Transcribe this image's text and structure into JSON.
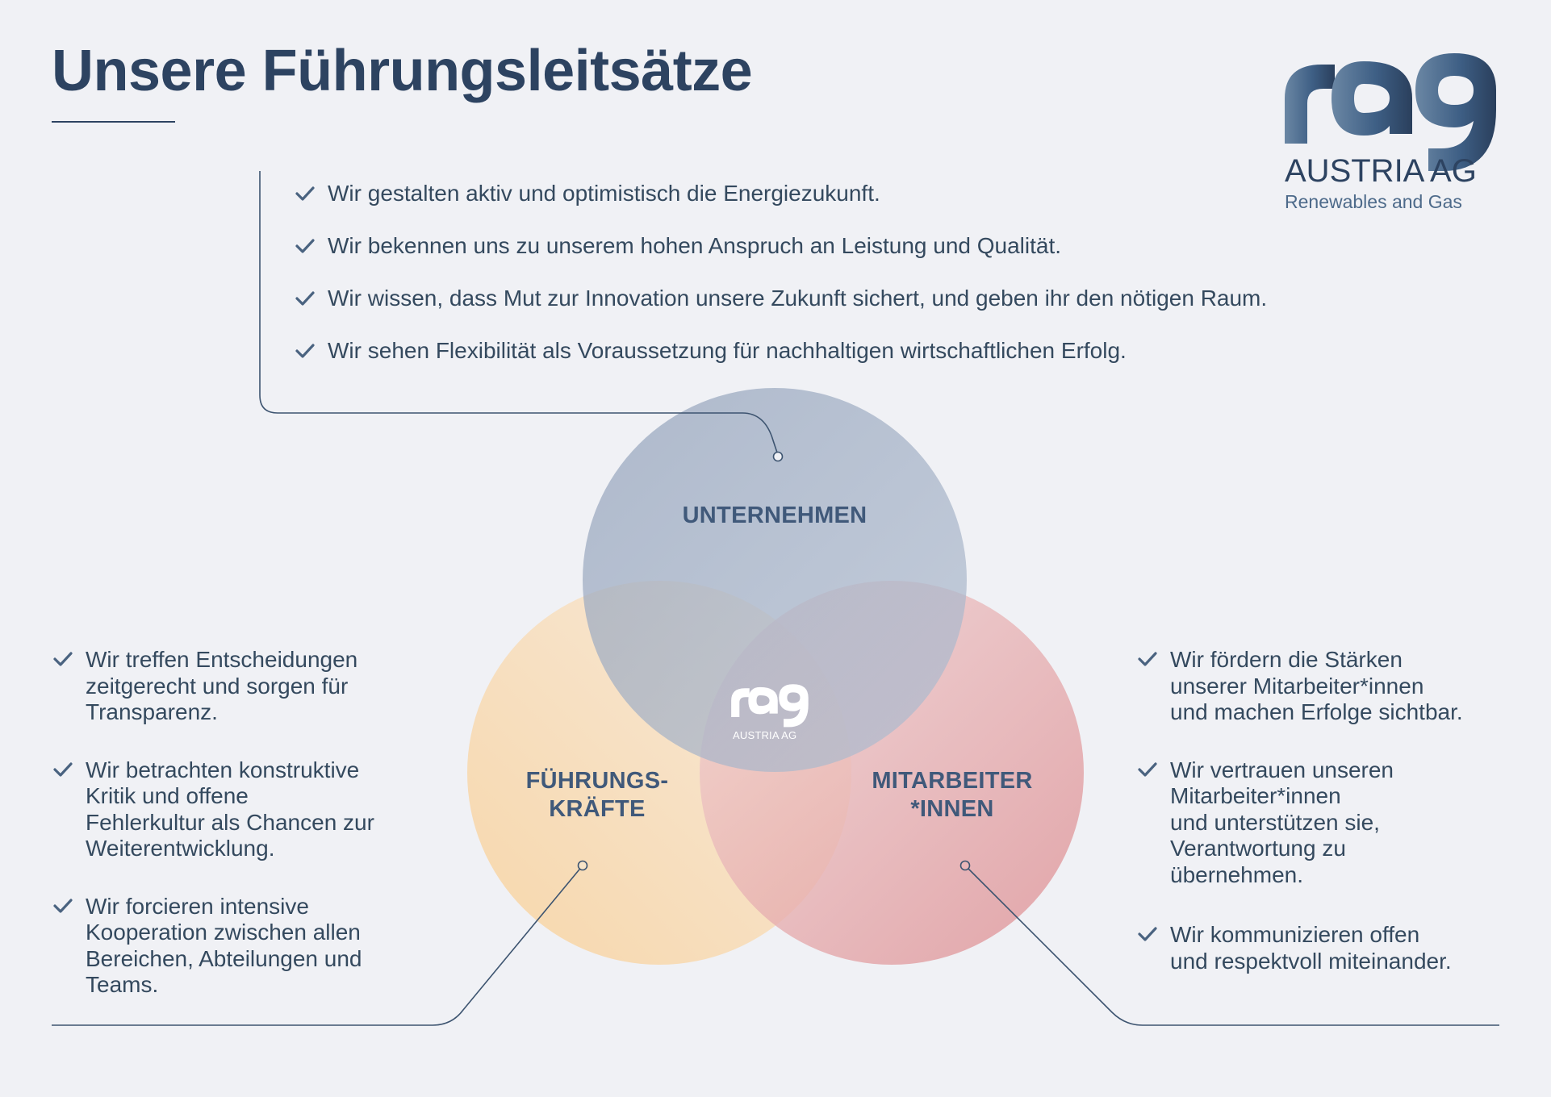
{
  "title": "Unsere Führungsleitsätze",
  "logo": {
    "mark": "rag",
    "wordmark": "AUSTRIA AG",
    "tagline": "Renewables and Gas"
  },
  "center_logo": {
    "mark": "rag",
    "wordmark": "AUSTRIA AG"
  },
  "icons": {
    "bullet": "check-icon"
  },
  "colors": {
    "title": "#2d4361",
    "text": "#34495e",
    "circle_top": "#94a4bd",
    "circle_left": "#f6d7ab",
    "circle_right": "#e29c9f",
    "connector": "#3d5470",
    "label": "#40597a"
  },
  "principles_unternehmen": [
    "Wir gestalten aktiv und optimistisch die Energiezukunft.",
    "Wir bekennen uns zu unserem hohen Anspruch an Leistung und Qualität.",
    "Wir wissen, dass Mut zur Innovation unsere Zukunft sichert, und geben ihr den nötigen Raum.",
    "Wir sehen Flexibilität als Voraussetzung für nachhaltigen wirtschaftlichen Erfolg."
  ],
  "principles_fuehrungskraefte": [
    [
      "Wir treffen Entscheidungen",
      "zeitgerecht und sorgen für",
      "Transparenz."
    ],
    [
      "Wir betrachten konstruktive",
      "Kritik und offene",
      "Fehlerkultur als Chancen zur",
      "Weiterentwicklung."
    ],
    [
      "Wir forcieren intensive",
      "Kooperation zwischen allen",
      "Bereichen, Abteilungen und",
      "Teams."
    ]
  ],
  "principles_mitarbeiter": [
    [
      "Wir fördern die Stärken",
      "unserer Mitarbeiter*innen",
      "und machen Erfolge sichtbar."
    ],
    [
      "Wir vertrauen unseren",
      "Mitarbeiter*innen",
      "und unterstützen sie,",
      "Verantwortung zu",
      "übernehmen."
    ],
    [
      "Wir kommunizieren offen",
      "und respektvoll miteinander."
    ]
  ],
  "venn": {
    "unternehmen": "UNTERNEHMEN",
    "fuehrung": [
      "FÜHRUNGS-",
      "KRÄFTE"
    ],
    "mitarbeiter": [
      "MITARBEITER",
      "*INNEN"
    ]
  }
}
